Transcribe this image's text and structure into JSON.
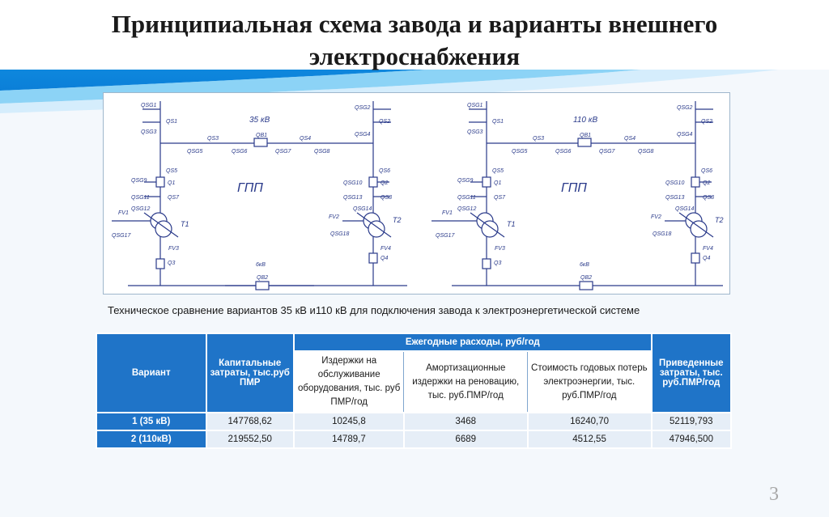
{
  "title": {
    "line1": "Принципиальная схема завода и варианты внешнего",
    "line2": "электроснабжения"
  },
  "schematic": {
    "left": {
      "voltage": "35 кВ",
      "substation": "ГПП",
      "low_voltage": "6кВ",
      "labels": {
        "QS1": "QS1",
        "QS2": "QS2",
        "QSG1": "QSG1",
        "QSG2": "QSG2",
        "QSG3": "QSG3",
        "QSG4": "QSG4",
        "QS3": "QS3",
        "QS4": "QS4",
        "QSG5": "QSG5",
        "QSG6": "QSG6",
        "QB1": "QB1",
        "QSG7": "QSG7",
        "QSG8": "QSG8",
        "QS5": "QS5",
        "QS6": "QS6",
        "QSG9": "QSG9",
        "QSG10": "QSG10",
        "Q1": "Q1",
        "Q2": "Q2",
        "QSG11": "QSG11",
        "QSG13": "QSG13",
        "QS7": "QS7",
        "QS8": "QS8",
        "QSG12": "QSG12",
        "QSG14": "QSG14",
        "FV1": "FV1",
        "FV2": "FV2",
        "T1": "T1",
        "T2": "T2",
        "QSG17": "QSG17",
        "QSG18": "QSG18",
        "FV3": "FV3",
        "FV4": "FV4",
        "Q3": "Q3",
        "Q4": "Q4",
        "QB2": "QB2"
      }
    },
    "right": {
      "voltage": "110 кВ",
      "substation": "ГПП",
      "low_voltage": "6кВ"
    }
  },
  "caption": "Техническое сравнение вариантов 35 кВ и110 кВ для подключения завода к электроэнергетической системе",
  "table": {
    "header_variant": "Вариант",
    "header_capital": "Капитальные затраты, тыс.руб ПМР",
    "header_annual": "Ежегодные расходы, руб/год",
    "header_service": "Издержки на обслуживание оборудования, тыс. руб ПМР/год",
    "header_amort": "Амортизационные издержки на реновацию, тыс. руб.ПМР/год",
    "header_losses": "Стоимость годовых потерь электроэнергии, тыс. руб.ПМР/год",
    "header_reduced": "Приведенные затраты, тыс. руб.ПМР/год",
    "rows": [
      {
        "variant": "1 (35 кВ)",
        "capital": "147768,62",
        "service": "10245,8",
        "amort": "3468",
        "losses": "16240,70",
        "reduced": "52119,793"
      },
      {
        "variant": "2 (110кВ)",
        "capital": "219552,50",
        "service": "14789,7",
        "amort": "6689",
        "losses": "4512,55",
        "reduced": "47946,500"
      }
    ]
  },
  "page_number": "3",
  "colors": {
    "header_blue": "#1f74c8",
    "cell_light": "#e6eef7",
    "line_blue": "#2a3a8a"
  }
}
